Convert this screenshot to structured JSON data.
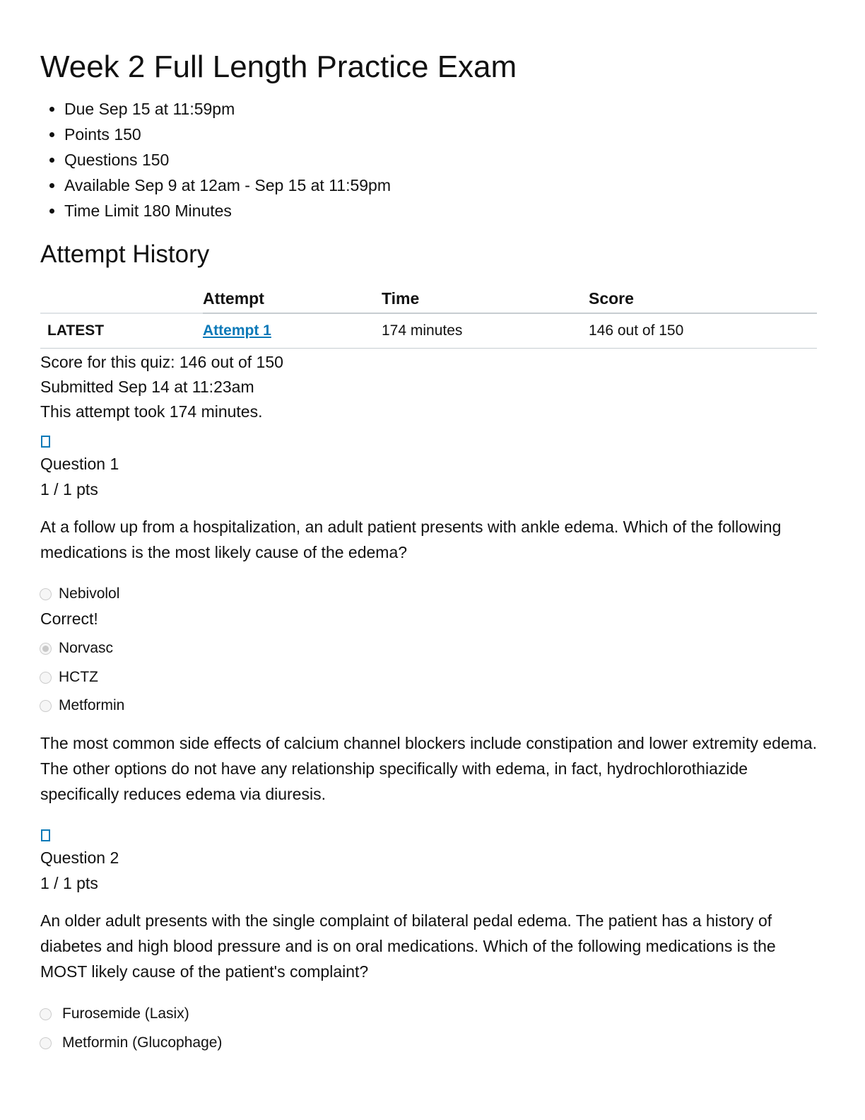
{
  "title": "Week 2 Full Length Practice Exam",
  "details": [
    "Due Sep 15 at 11:59pm",
    "Points 150",
    "Questions 150",
    "Available Sep 9 at 12am - Sep 15 at 11:59pm",
    "Time Limit 180 Minutes"
  ],
  "history": {
    "heading": "Attempt History",
    "headers": [
      "Attempt",
      "Time",
      "Score"
    ],
    "row": {
      "label": "LATEST",
      "attempt": "Attempt 1",
      "time": "174 minutes",
      "score": "146 out of 150"
    }
  },
  "summary": [
    "Score for this quiz: 146 out of 150",
    "Submitted Sep 14 at 11:23am",
    "This attempt took 174 minutes."
  ],
  "questions": [
    {
      "title": "Question 1",
      "pts": "1 / 1 pts",
      "text": "At a follow up from a hospitalization, an adult patient presents with ankle edema. Which of the following medications is the most likely cause of the edema?",
      "correct_label": "Correct!",
      "options": [
        "Nebivolol",
        "Norvasc",
        "HCTZ",
        "Metformin"
      ],
      "selected": "Norvasc",
      "explanation": "The most common side effects of calcium channel blockers include constipation and lower extremity edema. The other options do not have any relationship specifically with edema, in fact, hydrochlorothiazide specifically reduces edema via diuresis."
    },
    {
      "title": "Question 2",
      "pts": "1 / 1 pts",
      "text": "An older adult presents with the single complaint of bilateral pedal edema. The patient has a history of diabetes and high blood pressure and is on oral medications. Which of the following medications is the MOST likely cause of the patient's complaint?",
      "options": [
        "Furosemide (Lasix)",
        "Metformin (Glucophage)"
      ]
    }
  ]
}
